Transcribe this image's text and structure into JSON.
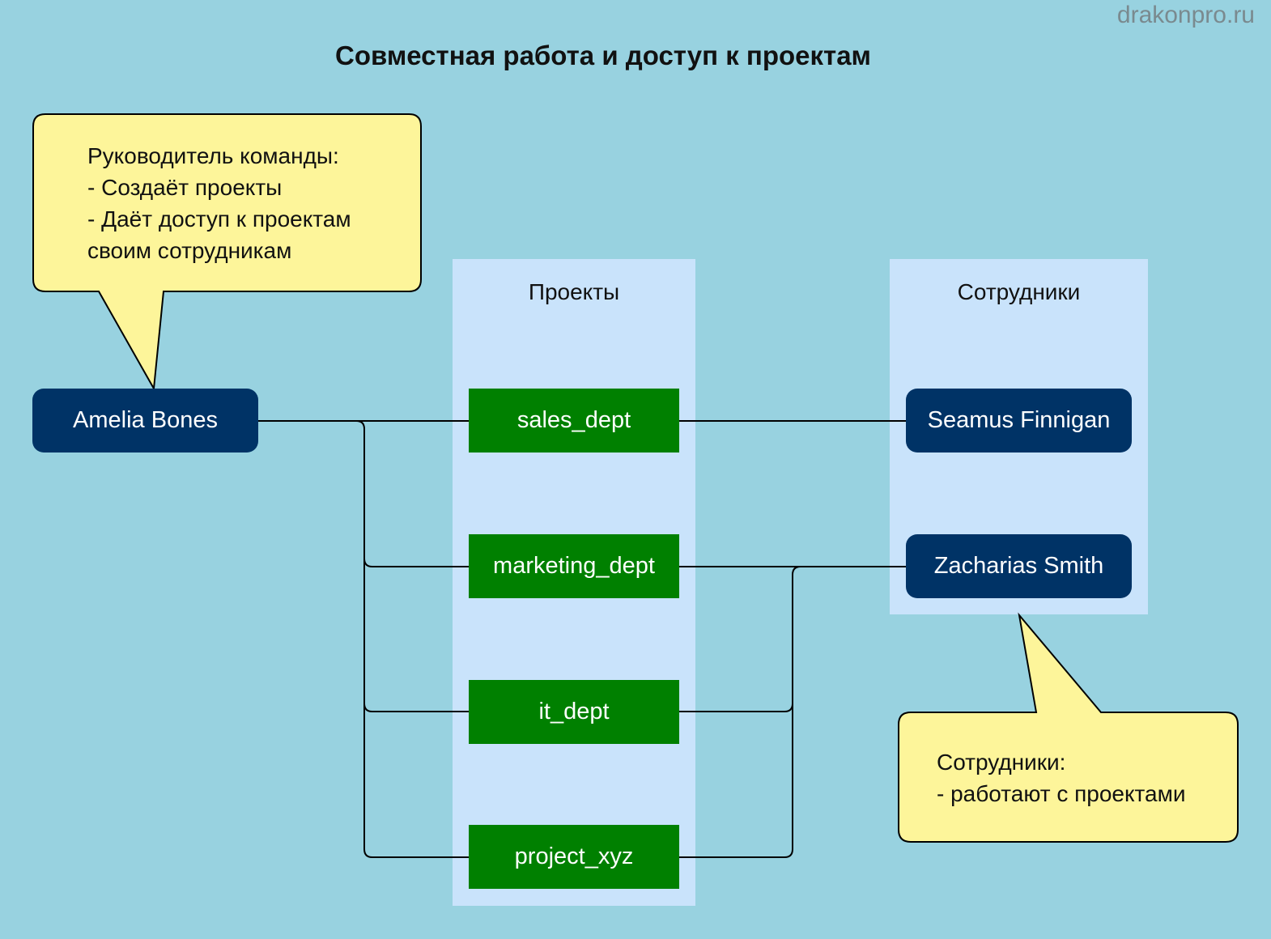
{
  "watermark": "drakonpro.ru",
  "title": "Совместная работа и доступ к проектам",
  "columns": {
    "projects_title": "Проекты",
    "employees_title": "Сотрудники"
  },
  "leader": {
    "name": "Amelia Bones"
  },
  "projects": [
    "sales_dept",
    "marketing_dept",
    "it_dept",
    "project_xyz"
  ],
  "employees": [
    "Seamus Finnigan",
    "Zacharias Smith"
  ],
  "callouts": {
    "leader_note": "Руководитель команды:\n- Создаёт проекты\n- Даёт доступ к проектам\nсвоим сотрудникам",
    "employees_note": "Сотрудники:\n- работают с проектами"
  },
  "colors": {
    "background": "#98d2e0",
    "column_panel": "#c9e3fb",
    "person_node": "#003366",
    "project_node": "#008000",
    "callout_fill": "#fdf59a",
    "connector": "#000000"
  }
}
